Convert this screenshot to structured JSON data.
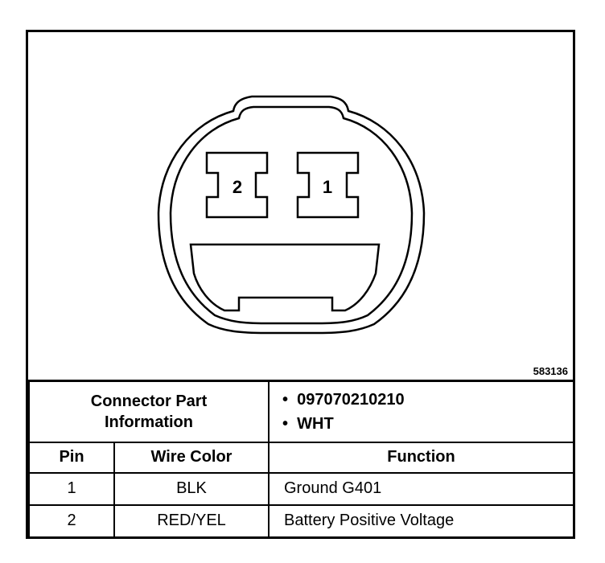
{
  "diagram": {
    "figure_id": "583136",
    "pin_labels": [
      "2",
      "1"
    ]
  },
  "connector_part_information": {
    "label_line1": "Connector Part",
    "label_line2": "Information",
    "values": [
      "097070210210",
      "WHT"
    ]
  },
  "table": {
    "headers": {
      "pin": "Pin",
      "wire_color": "Wire Color",
      "function": "Function"
    },
    "rows": [
      {
        "pin": "1",
        "wire_color": "BLK",
        "function": "Ground G401"
      },
      {
        "pin": "2",
        "wire_color": "RED/YEL",
        "function": "Battery Positive Voltage"
      }
    ]
  }
}
